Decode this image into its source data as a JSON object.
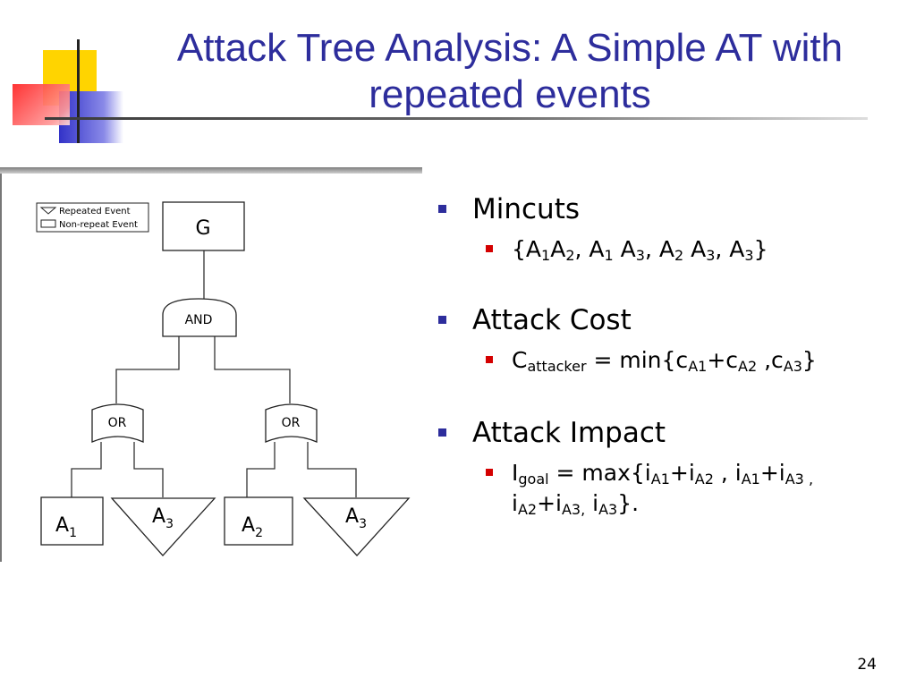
{
  "slide": {
    "title": "Attack Tree Analysis: A Simple AT with repeated events",
    "page_number": "24"
  },
  "diagram": {
    "legend": {
      "repeated": "Repeated Event",
      "non_repeat": "Non-repeat Event"
    },
    "nodes": {
      "goal": "G",
      "and_gate": "AND",
      "or_gate": "OR",
      "event": "A",
      "sub1": "1",
      "sub2": "2",
      "sub3": "3"
    }
  },
  "bullets": {
    "mincuts": {
      "heading": "Mincuts",
      "t": {
        "brace_open": "{A",
        "s1": "1",
        "a": "A",
        "s2": "2",
        "b": ", A",
        "s3": "1",
        "c": " A",
        "s4": "3",
        "d": ", A",
        "s5": "2",
        "e": " A",
        "s6": "3",
        "f": ", A",
        "s7": "3",
        "g": "}"
      }
    },
    "cost": {
      "heading": "Attack Cost",
      "t": {
        "a": "C",
        "s1": "attacker",
        "b": " = min{c",
        "s2": "A1",
        "c": "+c",
        "s3": "A2",
        "d": " ,c",
        "s4": "A3",
        "e": "}"
      }
    },
    "impact": {
      "heading": "Attack Impact",
      "t": {
        "a": "I",
        "s1": "goal",
        "b": " = max{i",
        "s2": "A1",
        "c": "+i",
        "s3": "A2",
        "d": " , i",
        "s4": "A1",
        "e": "+i",
        "s5": "A3 ,",
        "f": "i",
        "s6": "A2",
        "g": "+i",
        "s7": "A3,",
        "h": " i",
        "s8": "A3",
        "i": "}."
      }
    }
  },
  "colors": {
    "title": "#2d2d9c",
    "bullet_level1": "#2d2d9c",
    "bullet_level2": "#d40000",
    "deco_yellow": "#ffd400",
    "deco_red": "#ff3333",
    "deco_blue": "#3a3ad8"
  }
}
